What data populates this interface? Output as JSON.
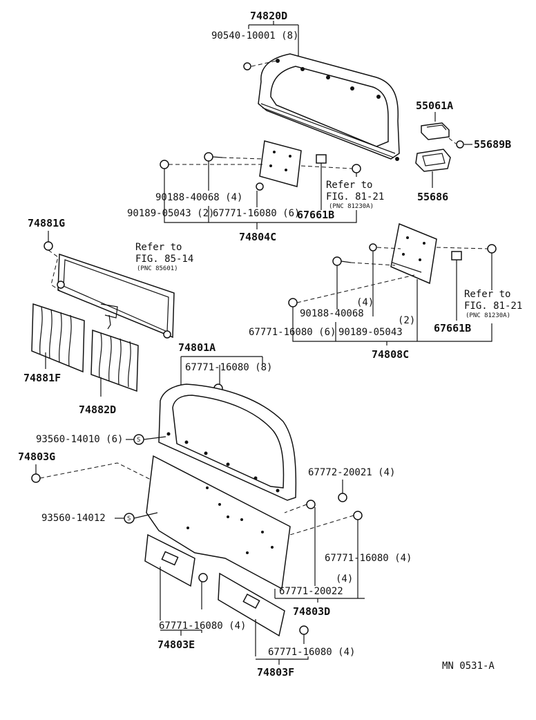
{
  "labels": {
    "p74820D": "74820D",
    "p90540": "90540-10001 (8)",
    "p55061A": "55061A",
    "p55689B": "55689B",
    "p55686": "55686",
    "ref1_a": "Refer to",
    "ref1_b": "FIG. 81-21",
    "ref1_c": "(PNC 81230A)",
    "p90188a": "90188-40068 (4)",
    "p90189a": "90189-05043 (2)",
    "p67771a": "67771-16080 (6)",
    "p67661Ba": "67661B",
    "p74804C": "74804C",
    "p74881G": "74881G",
    "ref2_a": "Refer to",
    "ref2_b": "FIG. 85-14",
    "ref2_c": "(PNC 85601)",
    "p4a": "(4)",
    "p90188b": "90188-40068",
    "p2a": "(2)",
    "p67771b": "67771-16080 (6)",
    "p90189b": "90189-05043",
    "p67661Bb": "67661B",
    "ref3_a": "Refer to",
    "ref3_b": "FIG. 81-21",
    "ref3_c": "(PNC 81230A)",
    "p74808C": "74808C",
    "p74881F": "74881F",
    "p74882D": "74882D",
    "p74801A": "74801A",
    "p67771c": "67771-16080 (8)",
    "p93560a": "93560-14010 (6)",
    "s1": "S",
    "p74803G": "74803G",
    "p67772": "67772-20021 (4)",
    "p93560b": "93560-14012",
    "s2": "S",
    "p67771d": "67771-16080 (4)",
    "p4b": "(4)",
    "p67771e": "67771-20022",
    "p74803D": "74803D",
    "p67771f": "67771-16080 (4)",
    "p74803E": "74803E",
    "p67771g": "67771-16080 (4)",
    "p74803F": "74803F",
    "code": "MN 0531-A"
  }
}
